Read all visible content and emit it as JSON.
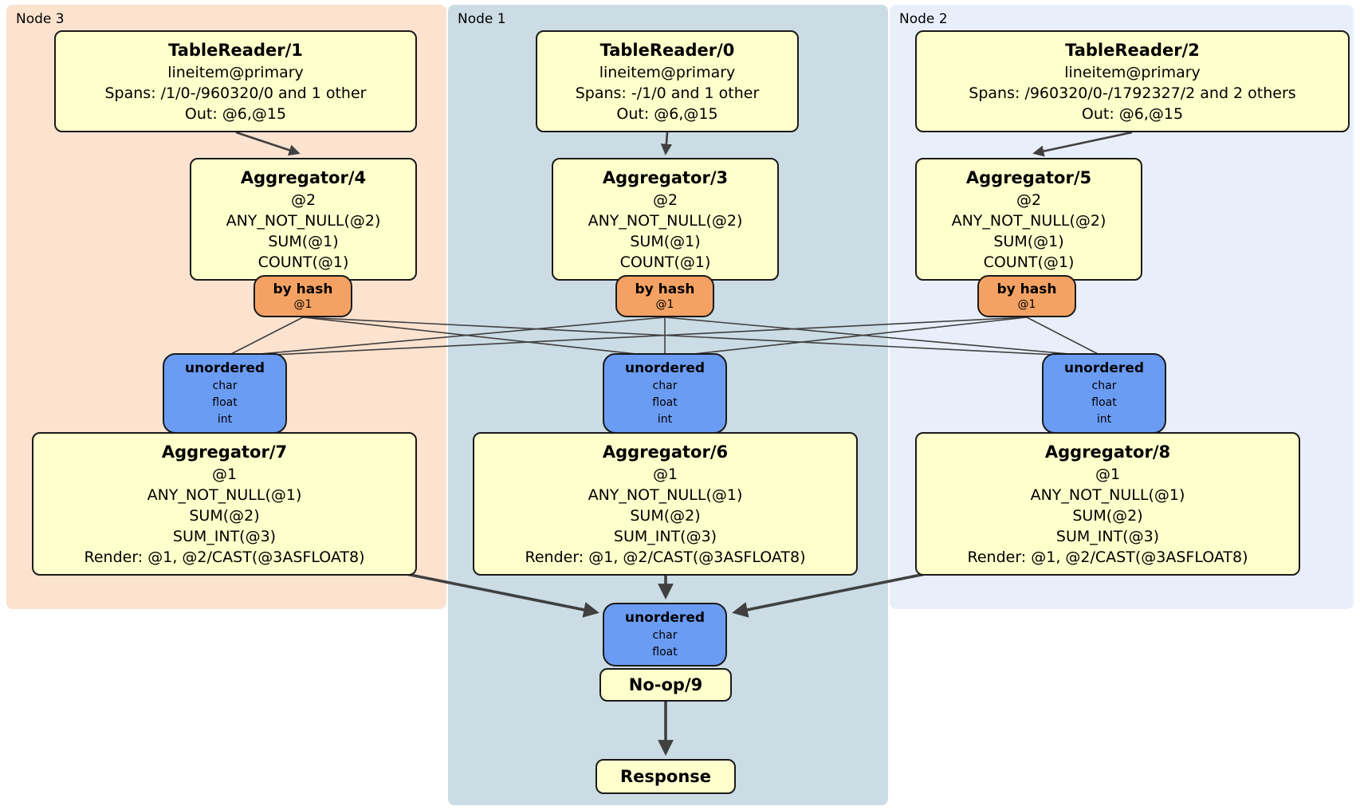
{
  "regions": {
    "node3": {
      "label": "Node 3"
    },
    "node1": {
      "label": "Node 1"
    },
    "node2": {
      "label": "Node 2"
    }
  },
  "boxes": {
    "tr1": {
      "title": "TableReader/1",
      "rows": [
        "lineitem@primary",
        "Spans: /1/0-/960320/0 and 1 other",
        "Out: @6,@15"
      ]
    },
    "tr0": {
      "title": "TableReader/0",
      "rows": [
        "lineitem@primary",
        "Spans: -/1/0 and 1 other",
        "Out: @6,@15"
      ]
    },
    "tr2": {
      "title": "TableReader/2",
      "rows": [
        "lineitem@primary",
        "Spans: /960320/0-/1792327/2 and 2 others",
        "Out: @6,@15"
      ]
    },
    "agg4": {
      "title": "Aggregator/4",
      "rows": [
        "@2",
        "ANY_NOT_NULL(@2)",
        "SUM(@1)",
        "COUNT(@1)"
      ]
    },
    "agg3": {
      "title": "Aggregator/3",
      "rows": [
        "@2",
        "ANY_NOT_NULL(@2)",
        "SUM(@1)",
        "COUNT(@1)"
      ]
    },
    "agg5": {
      "title": "Aggregator/5",
      "rows": [
        "@2",
        "ANY_NOT_NULL(@2)",
        "SUM(@1)",
        "COUNT(@1)"
      ]
    },
    "router3": {
      "title": "by hash",
      "rows": [
        "@1"
      ]
    },
    "router1": {
      "title": "by hash",
      "rows": [
        "@1"
      ]
    },
    "router2": {
      "title": "by hash",
      "rows": [
        "@1"
      ]
    },
    "sync3": {
      "title": "unordered",
      "rows": [
        "char",
        "float",
        "int"
      ]
    },
    "sync1": {
      "title": "unordered",
      "rows": [
        "char",
        "float",
        "int"
      ]
    },
    "sync2": {
      "title": "unordered",
      "rows": [
        "char",
        "float",
        "int"
      ]
    },
    "agg7": {
      "title": "Aggregator/7",
      "rows": [
        "@1",
        "ANY_NOT_NULL(@1)",
        "SUM(@2)",
        "SUM_INT(@3)",
        "Render: @1, @2/CAST(@3ASFLOAT8)"
      ]
    },
    "agg6": {
      "title": "Aggregator/6",
      "rows": [
        "@1",
        "ANY_NOT_NULL(@1)",
        "SUM(@2)",
        "SUM_INT(@3)",
        "Render: @1, @2/CAST(@3ASFLOAT8)"
      ]
    },
    "agg8": {
      "title": "Aggregator/8",
      "rows": [
        "@1",
        "ANY_NOT_NULL(@1)",
        "SUM(@2)",
        "SUM_INT(@3)",
        "Render: @1, @2/CAST(@3ASFLOAT8)"
      ]
    },
    "sync_final": {
      "title": "unordered",
      "rows": [
        "char",
        "float"
      ]
    },
    "noop": {
      "title": "No-op/9"
    },
    "response": {
      "title": "Response"
    }
  },
  "colors": {
    "node3_bg": "#fce3cf",
    "node1_bg": "#cbdce4",
    "node2_bg": "#e9effa",
    "processor_bg": "#ffffcc",
    "router_bg": "#f4a263",
    "sync_bg": "#6a9cf4",
    "edge": "#404040"
  }
}
